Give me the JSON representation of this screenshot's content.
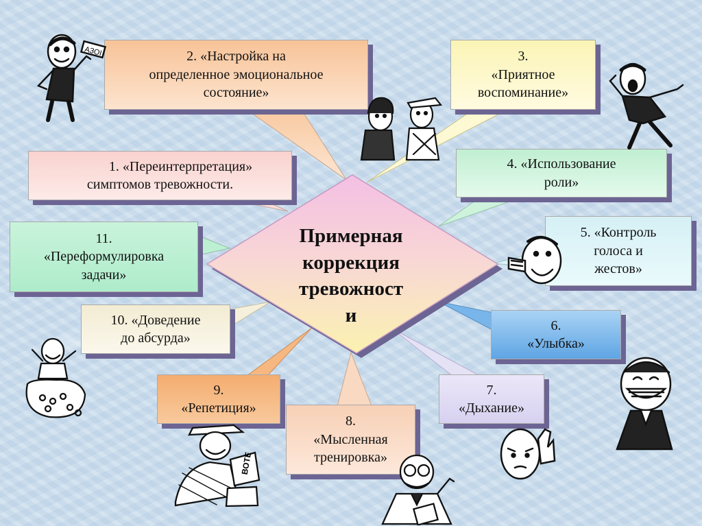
{
  "center": {
    "line1": "Примерная",
    "line2": "коррекция",
    "line3": "тревожност",
    "line4": "и"
  },
  "boxes": {
    "b1": {
      "line1": "1. «Переинтерпретация»",
      "line2": "симптомов тревожности."
    },
    "b2": {
      "line1": "2.  «Настройка на",
      "line2": "определенное эмоциональное",
      "line3": "состояние»"
    },
    "b3": {
      "line1": "3.",
      "line2": "«Приятное",
      "line3": "воспоминание»"
    },
    "b4": {
      "line1": "4.  «Использование",
      "line2": "роли»"
    },
    "b5": {
      "line1": "5.  «Контроль",
      "line2": "голоса и",
      "line3": "жестов»"
    },
    "b6": {
      "line1": "6.",
      "line2": "«Улыбка»"
    },
    "b7": {
      "line1": "7.",
      "line2": "«Дыхание»"
    },
    "b8": {
      "line1": "8.",
      "line2": "«Мысленная",
      "line3": "тренировка»"
    },
    "b9": {
      "line1": "9.",
      "line2": "«Репетиция»"
    },
    "b10": {
      "line1": "10.  «Доведение",
      "line2": "до абсурда»"
    },
    "b11": {
      "line1": "11.",
      "line2": "«Переформулировка",
      "line3": "задачи»"
    }
  },
  "figures": {
    "sign_text": "ВОТЕ",
    "hat_sign_text": "АЗОІ"
  },
  "colors": {
    "box1": "#fbdcd8",
    "box2": "#f8c9a1",
    "box3": "#fcf7c4",
    "box4": "#cdf3dc",
    "box5": "#dcf3f6",
    "box6": "#77b5ea",
    "box7": "#e6e2f6",
    "box8": "#fad9c2",
    "box9": "#f6b880",
    "box10": "#f5f0dc",
    "box11": "#bdf0d3",
    "shadow": "#6c6493",
    "diamond_top": "#f6c4e2",
    "diamond_mid": "#f7d4d4",
    "diamond_bottom": "#fbf0b4"
  }
}
